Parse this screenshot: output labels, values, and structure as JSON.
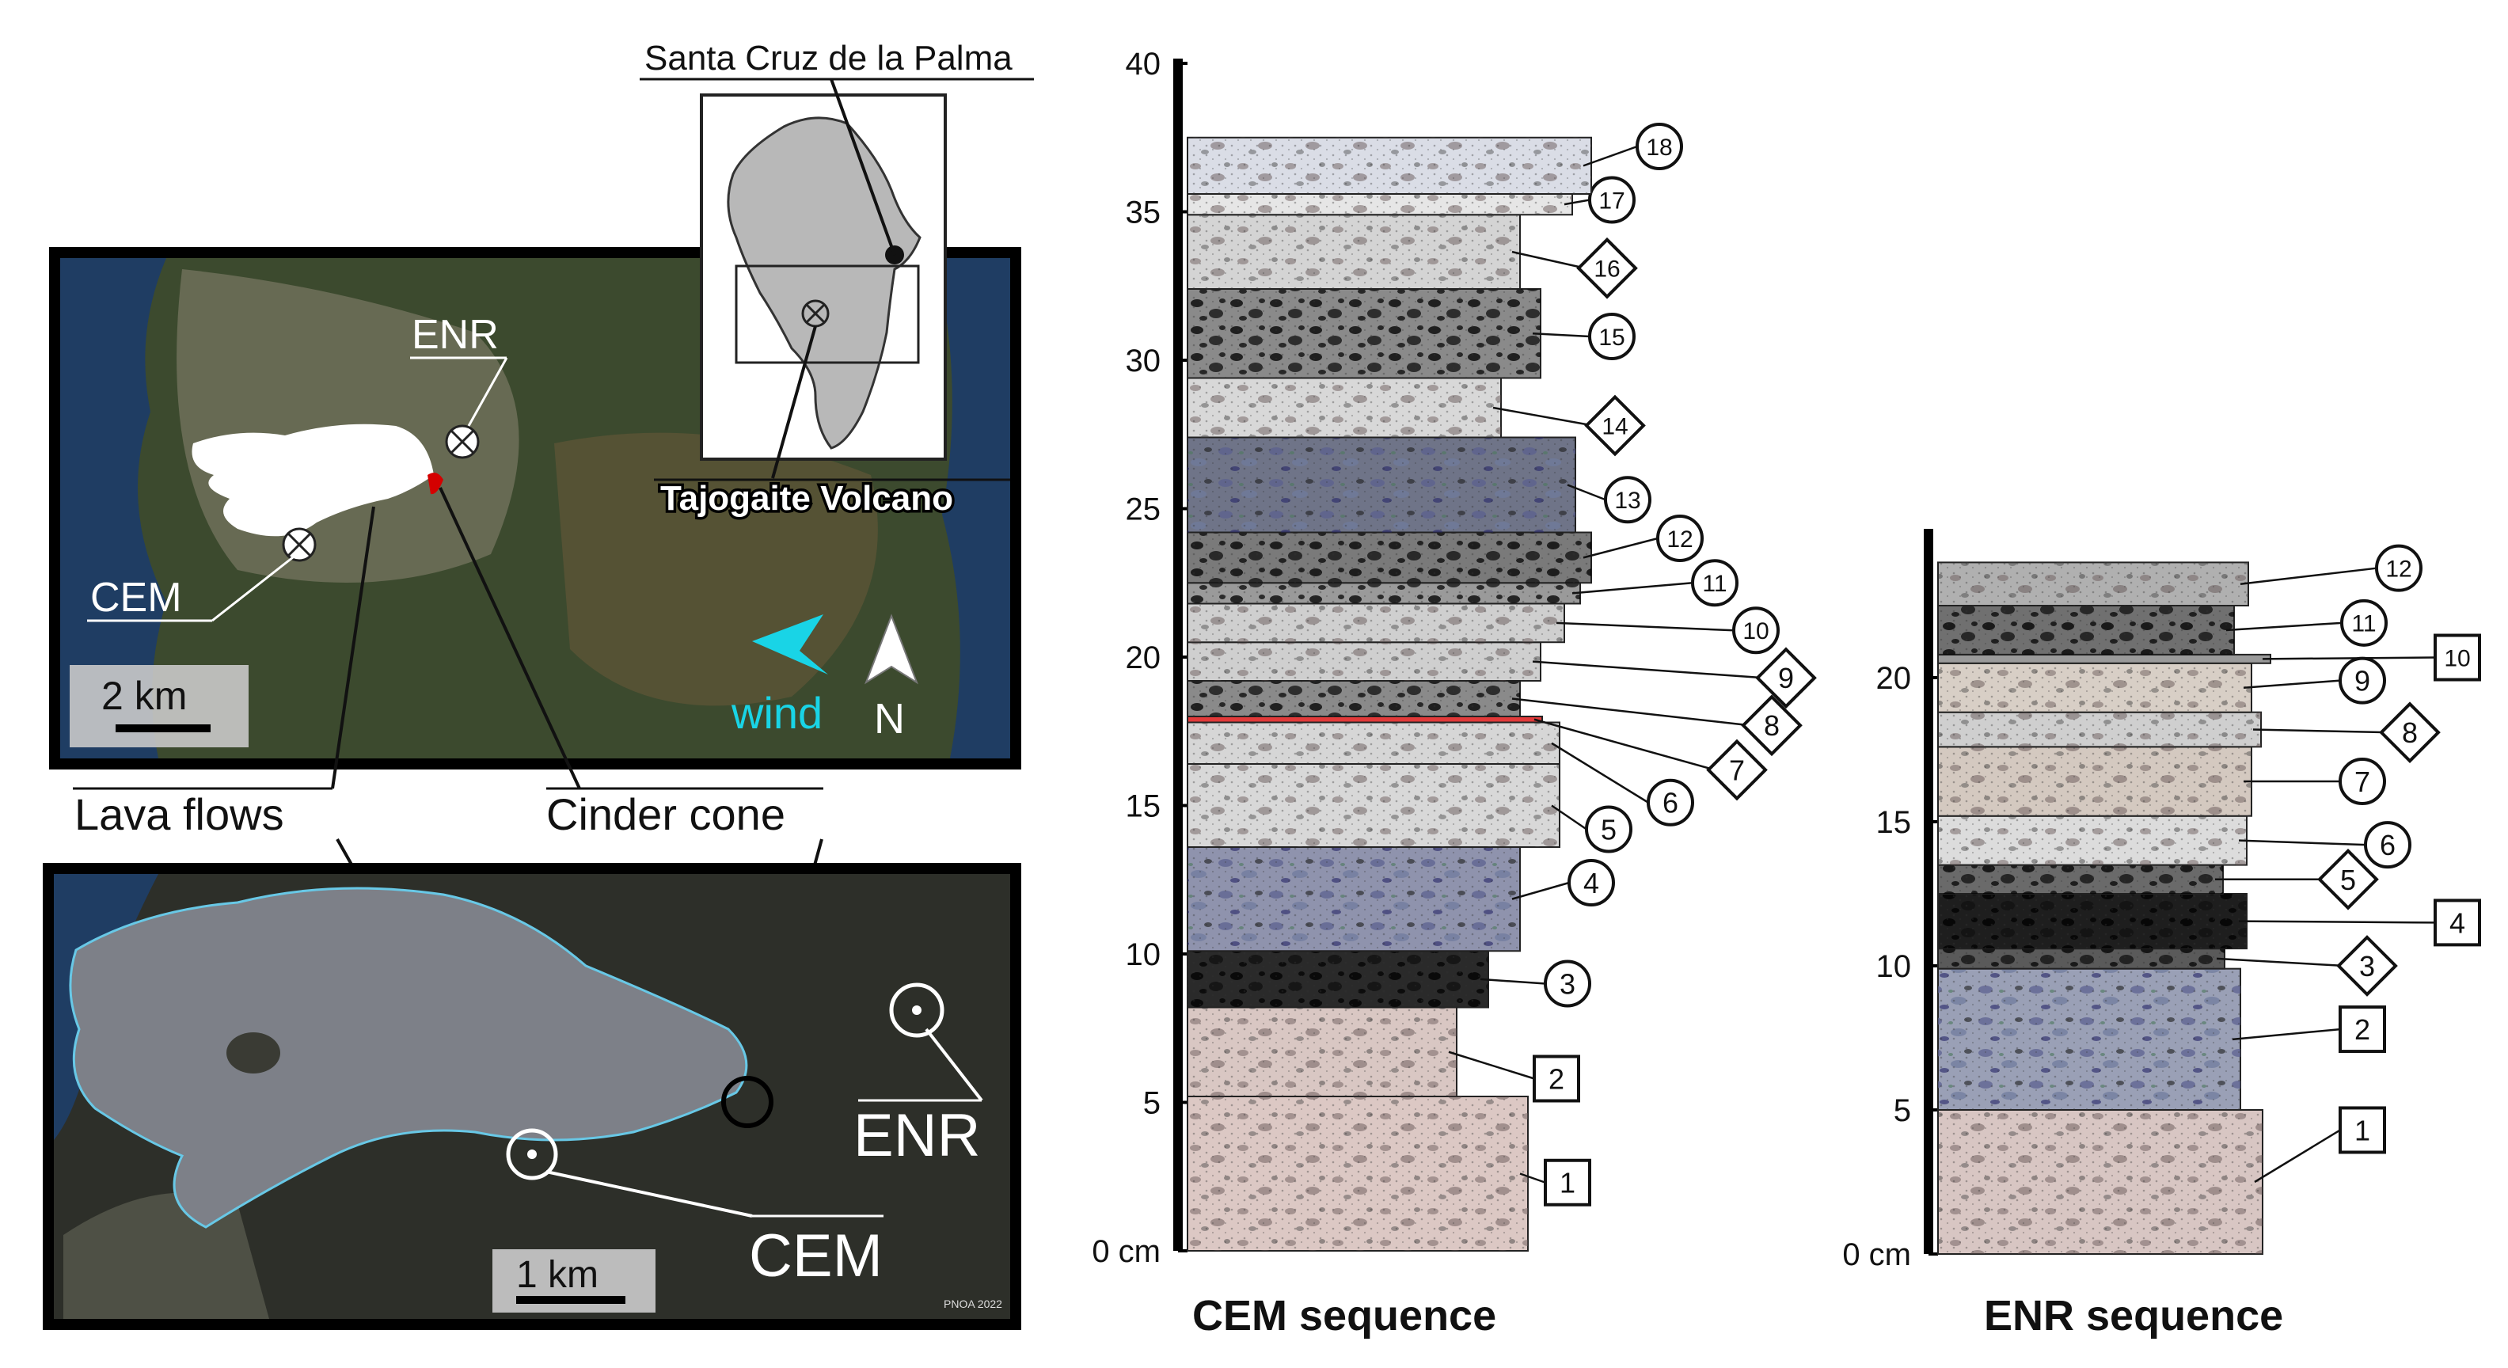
{
  "colors": {
    "cem_layers": [
      "#dcc8c4",
      "#d9c7c3",
      "#2a2a2a",
      "#8f93ad",
      "#d8d8d8",
      "#d6d6d6",
      "#e23a3a",
      "#8a8a8a",
      "#cfcfcf",
      "#cfcfcf",
      "#9a9a9a",
      "#7a7a7a",
      "#6f7488",
      "#d8d8d8",
      "#8a8a8a",
      "#d4d4d4",
      "#e6e6e6",
      "#dadde6"
    ],
    "enr_layers": [
      "#d8c6c3",
      "#9aa0b6",
      "#5a5a5a",
      "#1e1e1e",
      "#6a6a6a",
      "#dcdcdc",
      "#d4c9c0",
      "#cfcfcf",
      "#d8cfc6",
      "#9a9a9a",
      "#707070",
      "#b0b0b0"
    ],
    "wind_arrow": "#19d4e6",
    "cinder_marker": "#d40000",
    "lava_flow": "#ffffff"
  },
  "inset": {
    "top_label": "Santa Cruz  de la Palma",
    "bottom_label": "Tajogaite Volcano"
  },
  "map_top": {
    "enr_label": "ENR",
    "cem_label": "CEM",
    "scale_label": "2 km",
    "wind_label": "wind",
    "north_label": "N",
    "icons": [
      "site-cross-marker-icon",
      "wind-arrow-icon",
      "north-arrow-icon"
    ]
  },
  "callouts": {
    "lava_flows": "Lava flows",
    "cinder_cone": "Cinder cone"
  },
  "map_bottom": {
    "enr_label": "ENR",
    "cem_label": "CEM",
    "scale_label": "1 km",
    "credit": "PNOA 2022"
  },
  "cem": {
    "title": "CEM sequence",
    "axis_ticks": [
      {
        "value": 0,
        "label": "0 cm"
      },
      {
        "value": 5,
        "label": "5"
      },
      {
        "value": 10,
        "label": "10"
      },
      {
        "value": 15,
        "label": "15"
      },
      {
        "value": 20,
        "label": "20"
      },
      {
        "value": 25,
        "label": "25"
      },
      {
        "value": 30,
        "label": "30"
      },
      {
        "value": 35,
        "label": "35"
      },
      {
        "value": 40,
        "label": "40"
      }
    ],
    "ymax": 40,
    "layers": [
      {
        "id": "1",
        "bottom": 0,
        "top": 5.2,
        "shape": "square",
        "label_at": 2.3
      },
      {
        "id": "2",
        "bottom": 5.2,
        "top": 8.2,
        "shape": "square",
        "label_at": 5.8
      },
      {
        "id": "3",
        "bottom": 8.2,
        "top": 10.1,
        "shape": "circle",
        "label_at": 9.0
      },
      {
        "id": "4",
        "bottom": 10.1,
        "top": 13.6,
        "shape": "circle",
        "label_at": 12.4
      },
      {
        "id": "5",
        "bottom": 13.6,
        "top": 16.4,
        "shape": "circle",
        "label_at": 14.2
      },
      {
        "id": "6",
        "bottom": 16.4,
        "top": 17.8,
        "shape": "circle",
        "label_at": 15.1
      },
      {
        "id": "7",
        "bottom": 17.8,
        "top": 18.0,
        "shape": "diamond",
        "label_at": 16.2
      },
      {
        "id": "8",
        "bottom": 18.0,
        "top": 19.2,
        "shape": "diamond",
        "label_at": 17.7
      },
      {
        "id": "9",
        "bottom": 19.2,
        "top": 20.5,
        "shape": "diamond",
        "label_at": 19.3
      },
      {
        "id": "10",
        "bottom": 20.5,
        "top": 21.8,
        "shape": "circle",
        "label_at": 20.9
      },
      {
        "id": "11",
        "bottom": 21.8,
        "top": 22.5,
        "shape": "circle",
        "label_at": 22.5
      },
      {
        "id": "12",
        "bottom": 22.5,
        "top": 24.2,
        "shape": "circle",
        "label_at": 24.0
      },
      {
        "id": "13",
        "bottom": 24.2,
        "top": 27.4,
        "shape": "circle",
        "label_at": 25.3
      },
      {
        "id": "14",
        "bottom": 27.4,
        "top": 29.4,
        "shape": "diamond",
        "label_at": 27.8
      },
      {
        "id": "15",
        "bottom": 29.4,
        "top": 32.4,
        "shape": "circle",
        "label_at": 30.8
      },
      {
        "id": "16",
        "bottom": 32.4,
        "top": 34.9,
        "shape": "diamond",
        "label_at": 33.1
      },
      {
        "id": "17",
        "bottom": 34.9,
        "top": 35.6,
        "shape": "circle",
        "label_at": 35.4
      },
      {
        "id": "18",
        "bottom": 35.6,
        "top": 37.5,
        "shape": "circle",
        "label_at": 37.2
      }
    ]
  },
  "enr": {
    "title": "ENR sequence",
    "axis_ticks": [
      {
        "value": 0,
        "label": "0 cm"
      },
      {
        "value": 5,
        "label": "5"
      },
      {
        "value": 10,
        "label": "10"
      },
      {
        "value": 15,
        "label": "15"
      },
      {
        "value": 20,
        "label": "20"
      }
    ],
    "ymax": 25,
    "layers": [
      {
        "id": "1",
        "bottom": 0,
        "top": 5.0,
        "shape": "square",
        "label_at": 4.3
      },
      {
        "id": "2",
        "bottom": 5.0,
        "top": 9.9,
        "shape": "square",
        "label_at": 7.8
      },
      {
        "id": "3",
        "bottom": 9.9,
        "top": 10.6,
        "shape": "diamond",
        "label_at": 10.0
      },
      {
        "id": "4",
        "bottom": 10.6,
        "top": 12.5,
        "shape": "square",
        "label_at": 11.5
      },
      {
        "id": "5",
        "bottom": 12.5,
        "top": 13.5,
        "shape": "diamond",
        "label_at": 13.0
      },
      {
        "id": "6",
        "bottom": 13.5,
        "top": 15.2,
        "shape": "circle",
        "label_at": 14.2
      },
      {
        "id": "7",
        "bottom": 15.2,
        "top": 17.6,
        "shape": "circle",
        "label_at": 16.4
      },
      {
        "id": "8",
        "bottom": 17.6,
        "top": 18.8,
        "shape": "diamond",
        "label_at": 18.1
      },
      {
        "id": "9",
        "bottom": 18.8,
        "top": 20.5,
        "shape": "circle",
        "label_at": 19.9
      },
      {
        "id": "10",
        "bottom": 20.5,
        "top": 20.8,
        "shape": "square",
        "label_at": 20.7
      },
      {
        "id": "11",
        "bottom": 20.8,
        "top": 22.5,
        "shape": "circle",
        "label_at": 21.9
      },
      {
        "id": "12",
        "bottom": 22.5,
        "top": 24.0,
        "shape": "circle",
        "label_at": 23.8
      }
    ]
  }
}
